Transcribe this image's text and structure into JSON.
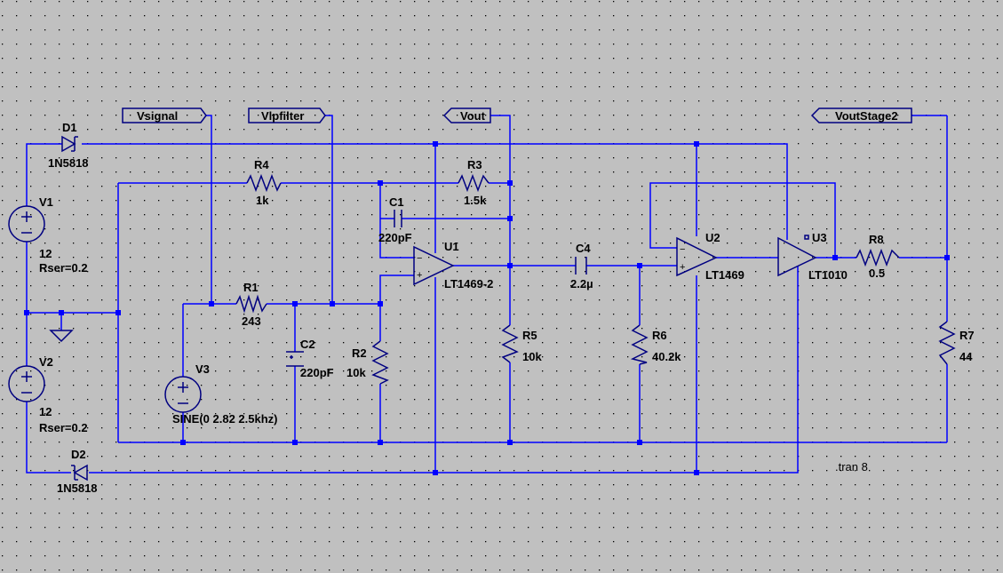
{
  "net_labels": {
    "vsignal": "Vsignal",
    "vlpfilter": "Vlpfilter",
    "vout": "Vout",
    "voutstage2": "VoutStage2"
  },
  "components": {
    "d1": {
      "name": "D1",
      "value": "1N5818"
    },
    "d2": {
      "name": "D2",
      "value": "1N5818"
    },
    "v1": {
      "name": "V1",
      "value": "12",
      "param": "Rser=0.2"
    },
    "v2": {
      "name": "V2",
      "value": "12",
      "param": "Rser=0.2"
    },
    "v3": {
      "name": "V3",
      "value": "SINE(0 2.82 2.5khz)"
    },
    "r1": {
      "name": "R1",
      "value": "243"
    },
    "r2": {
      "name": "R2",
      "value": "10k"
    },
    "r3": {
      "name": "R3",
      "value": "1.5k"
    },
    "r4": {
      "name": "R4",
      "value": "1k"
    },
    "r5": {
      "name": "R5",
      "value": "10k"
    },
    "r6": {
      "name": "R6",
      "value": "40.2k"
    },
    "r7": {
      "name": "R7",
      "value": "44"
    },
    "r8": {
      "name": "R8",
      "value": "0.5"
    },
    "c1": {
      "name": "C1",
      "value": "220pF"
    },
    "c2": {
      "name": "C2",
      "value": "220pF"
    },
    "c4": {
      "name": "C4",
      "value": "2.2µ"
    },
    "u1": {
      "name": "U1",
      "value": "LT1469-2"
    },
    "u2": {
      "name": "U2",
      "value": "LT1469"
    },
    "u3": {
      "name": "U3",
      "value": "LT1010"
    }
  },
  "directive": ".tran 8",
  "pin_symbols": {
    "plus": "+",
    "minus": "−"
  },
  "colors": {
    "background": "#c0c0c0",
    "wire": "#0000ff",
    "grid_dot": "#000000"
  }
}
